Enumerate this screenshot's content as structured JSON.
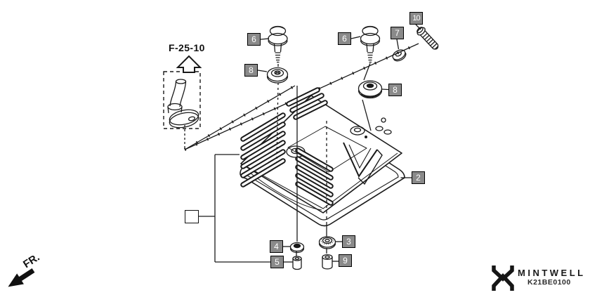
{
  "diagram": {
    "reference_label": "F-25-10",
    "front_label": "FR.",
    "brand": "MINTWELL",
    "code": "K21BE0100"
  },
  "callouts": {
    "bolt_left": "6",
    "washer_left": "8",
    "bolt_right": "6",
    "seal_washer": "7",
    "screw": "10",
    "grommet": "8",
    "gasket": "2",
    "washer_front_left": "4",
    "collar_front_left": "5",
    "washer_front_right": "3",
    "collar_front_right": "9",
    "head_cover_box": ""
  },
  "colors": {
    "background": "#ffffff",
    "line": "#1a1a1a",
    "callout_bg": "#8a8a8a",
    "callout_border": "#000000",
    "callout_text": "#ffffff"
  }
}
